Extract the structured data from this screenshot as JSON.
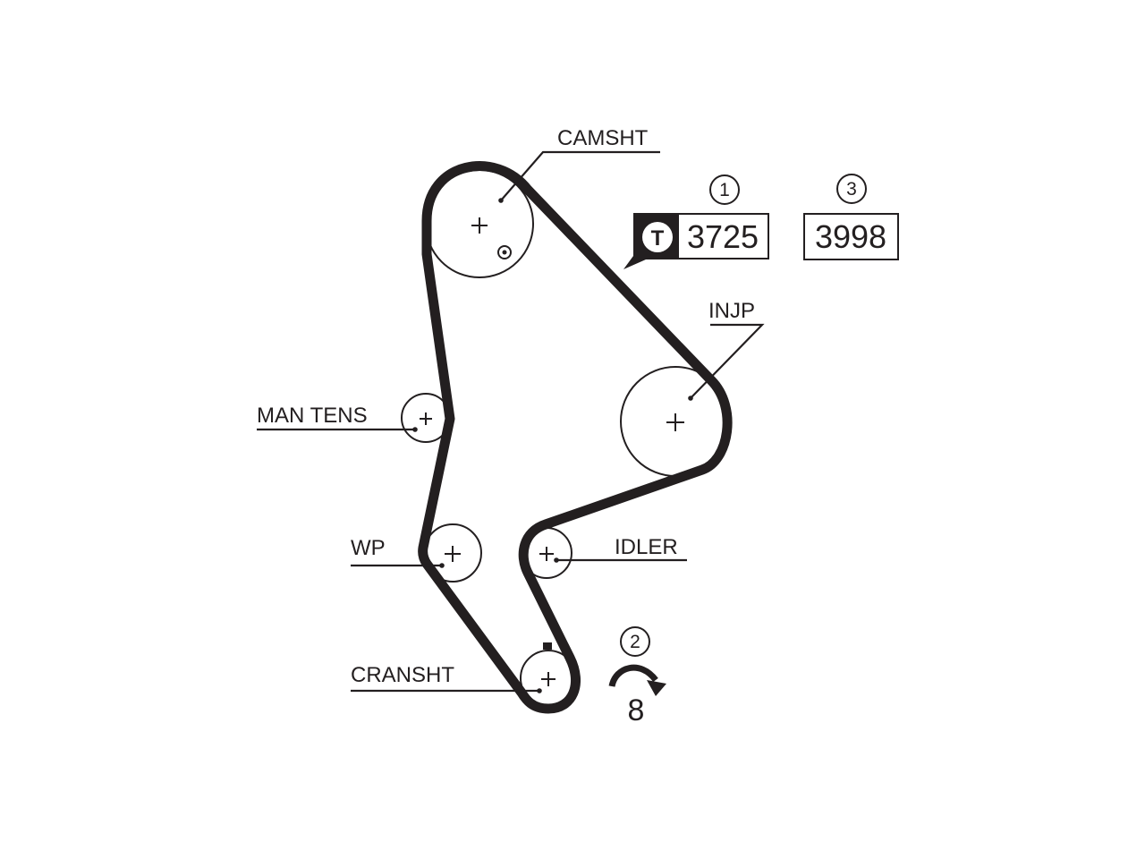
{
  "components": {
    "camshaft": "CAMSHT",
    "injection_pump": "INJP",
    "manual_tensioner": "MAN TENS",
    "water_pump": "WP",
    "idler": "IDLER",
    "crankshaft": "CRANSHT"
  },
  "steps": {
    "step1": "1",
    "step2": "2",
    "step3": "3"
  },
  "tension_tool_glyph": "T",
  "part_numbers": {
    "tool_ref": "3725",
    "kit_ref": "3998"
  },
  "rotation": {
    "turns": "8",
    "icon": "clockwise-arrow-icon"
  },
  "colors": {
    "ink": "#231f20",
    "background": "#ffffff"
  }
}
